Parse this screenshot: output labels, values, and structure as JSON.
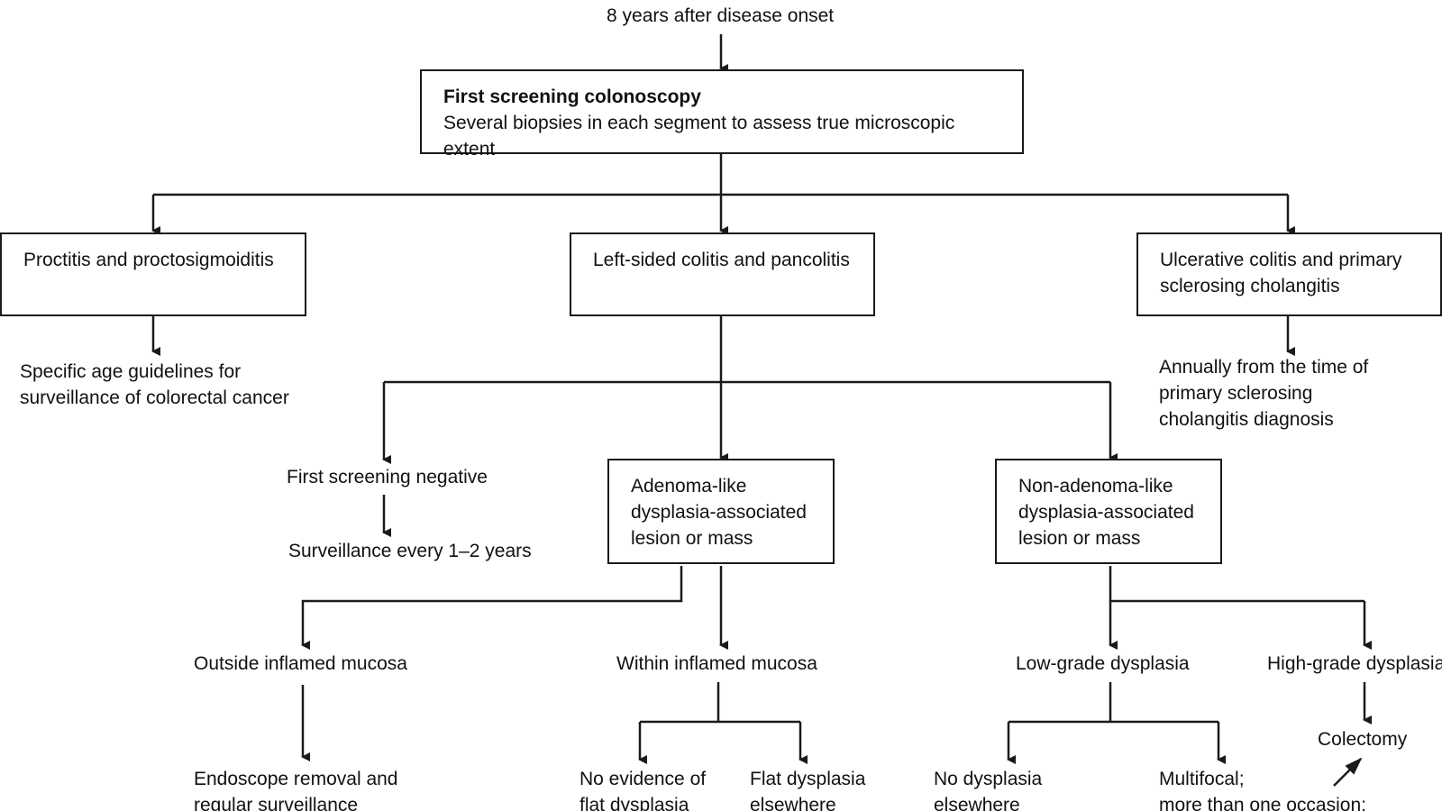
{
  "top_label": "8 years after disease onset",
  "first_screening": {
    "title": "First screening colonoscopy",
    "subtitle": "Several biopsies in each segment to assess true microscopic extent"
  },
  "branches": {
    "proctitis": {
      "box": "Proctitis and proctosigmoiditis",
      "outcome_lines": [
        "Specific age guidelines for",
        "surveillance of colorectal cancer"
      ]
    },
    "left_sided": {
      "box": "Left-sided colitis and pancolitis"
    },
    "psc": {
      "box_lines": [
        "Ulcerative colitis and primary",
        "sclerosing cholangitis"
      ],
      "outcome_lines": [
        "Annually from the time of",
        "primary sclerosing",
        "cholangitis diagnosis"
      ]
    }
  },
  "left_sided_outcomes": {
    "negative": {
      "label": "First screening negative",
      "next": "Surveillance every 1–2 years"
    },
    "adenoma": {
      "box_lines": [
        "Adenoma-like",
        "dysplasia-associated",
        "lesion or mass"
      ],
      "outside": {
        "label": "Outside inflamed mucosa",
        "next_lines": [
          "Endoscope removal and",
          "regular surveillance"
        ]
      },
      "within": {
        "label": "Within inflamed mucosa",
        "no_evidence_lines": [
          "No evidence of",
          "flat dysplasia"
        ],
        "flat_lines": [
          "Flat dysplasia",
          "elsewhere"
        ]
      }
    },
    "non_adenoma": {
      "box_lines": [
        "Non-adenoma-like",
        "dysplasia-associated",
        "lesion or mass"
      ],
      "low_grade": {
        "label": "Low-grade dysplasia",
        "no_dysplasia_lines": [
          "No dysplasia",
          "elsewhere"
        ],
        "multifocal_lines": [
          "Multifocal;",
          "more than one occasion;"
        ]
      },
      "high_grade": {
        "label": "High-grade dysplasia",
        "next": "Colectomy"
      }
    }
  },
  "colors": {
    "line": "#1a1a1a",
    "text": "#111111",
    "background": "#ffffff"
  }
}
